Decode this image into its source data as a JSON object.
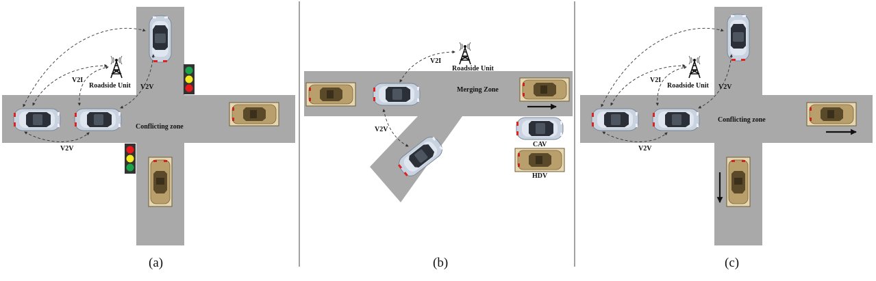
{
  "panels": [
    {
      "caption": "(a)",
      "labels": {
        "rsu": "Roadside Unit",
        "zone": "Conflicting zone",
        "v2i": "V2I",
        "v2v_lower": "V2V",
        "v2v_upper": "V2V"
      }
    },
    {
      "caption": "(b)",
      "labels": {
        "rsu": "Roadside Unit",
        "zone": "Merging Zone",
        "v2i": "V2I",
        "v2v": "V2V"
      },
      "legend": [
        {
          "label": "CAV",
          "icon": "cav-car-icon"
        },
        {
          "label": "HDV",
          "icon": "hdv-car-icon"
        }
      ]
    },
    {
      "caption": "(c)",
      "labels": {
        "rsu": "Roadside Unit",
        "zone": "Conflicting zone",
        "v2i": "V2I",
        "v2v_lower": "V2V",
        "v2v_upper": "V2V"
      }
    }
  ],
  "colors": {
    "road": "#a9a9a9",
    "cav_body": "#c9d3e0",
    "hdv_body": "#b99f6b",
    "hdv_frame": "#e6d7b3",
    "light_red": "#e8191a",
    "light_yellow": "#f6ea20",
    "light_green": "#1aa34a"
  }
}
